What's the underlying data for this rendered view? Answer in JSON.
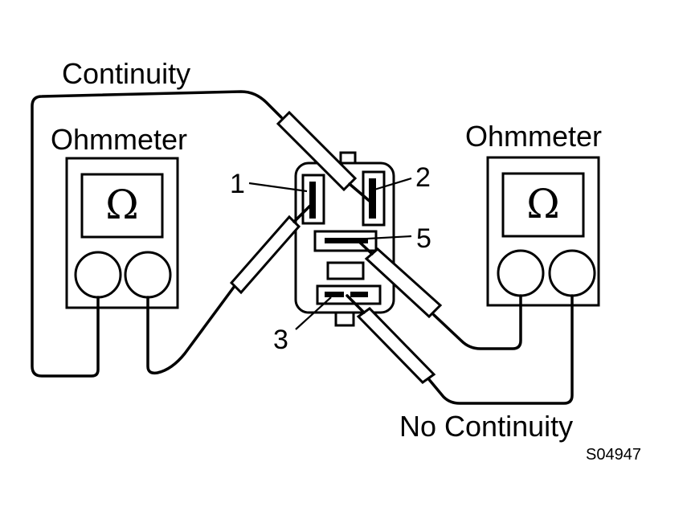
{
  "labels": {
    "continuity": "Continuity",
    "no_continuity": "No Continuity",
    "left_meter": "Ohmmeter",
    "right_meter": "Ohmmeter",
    "omega_symbol": "Ω",
    "terminal_1": "1",
    "terminal_2": "2",
    "terminal_3": "3",
    "terminal_5": "5",
    "figure_code": "S04947"
  }
}
